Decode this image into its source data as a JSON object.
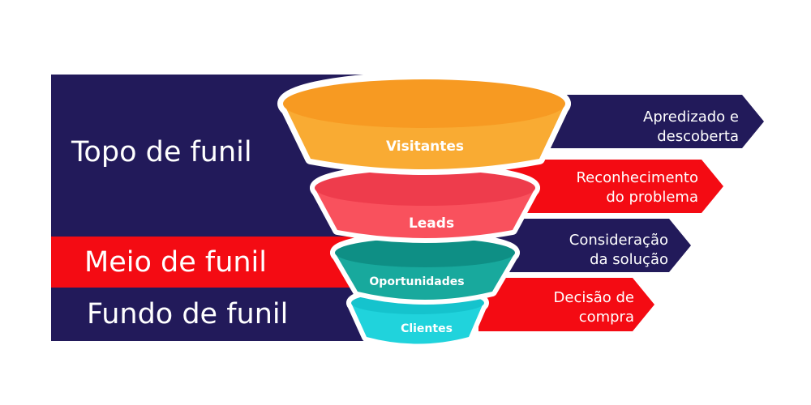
{
  "colors": {
    "navy": "#221a5a",
    "red": "#f40b13",
    "orange_top": "#f79a22",
    "orange_body": "#f9ab33",
    "pink_top": "#ee3c4c",
    "pink_body": "#f9515d",
    "teal_top": "#0e8f85",
    "teal_body": "#18a99d",
    "cyan_top": "#15c3cd",
    "cyan_body": "#20d3dc"
  },
  "stages": {
    "top": "Topo de funil",
    "middle": "Meio de funil",
    "bottom": "Fundo de funil"
  },
  "funnel": {
    "visitantes": "Visitantes",
    "leads": "Leads",
    "oportunidades": "Oportunidades",
    "clientes": "Clientes"
  },
  "arrows": {
    "aprendizado": {
      "line1": "Apredizado e",
      "line2": "descoberta"
    },
    "reconhecimento": {
      "line1": "Reconhecimento",
      "line2": "do problema"
    },
    "consideracao": {
      "line1": "Consideração",
      "line2": "da solução"
    },
    "decisao": {
      "line1": "Decisão de",
      "line2": "compra"
    }
  }
}
